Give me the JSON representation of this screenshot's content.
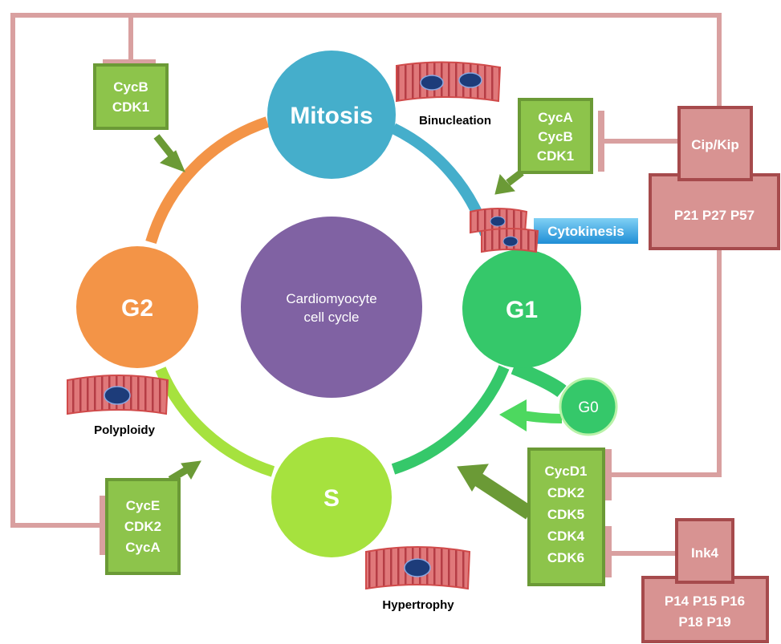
{
  "center": {
    "line1": "Cardiomyocyte",
    "line2": "cell cycle"
  },
  "phases": {
    "mitosis": "Mitosis",
    "g1": "G1",
    "g2": "G2",
    "s": "S",
    "g0": "G0"
  },
  "cell_labels": {
    "binucleation": "Binucleation",
    "cytokinesis": "Cytokinesis",
    "polyploidy": "Polyploidy",
    "hypertrophy": "Hypertrophy"
  },
  "cyclin_boxes": {
    "cycb_cdk1": [
      "CycB",
      "CDK1"
    ],
    "cyca_cycb_cdk1": [
      "CycA",
      "CycB",
      "CDK1"
    ],
    "cyce_cdk2_cyca": [
      "CycE",
      "CDK2",
      "CycA"
    ],
    "cycd1_group": [
      "CycD1",
      "CDK2",
      "CDK5",
      "CDK4",
      "CDK6"
    ]
  },
  "inhibitors": {
    "cipkip": {
      "title": "Cip/Kip",
      "members": [
        "P21 P27 P57"
      ]
    },
    "ink4": {
      "title": "Ink4",
      "members": [
        "P14 P15 P16",
        "P18 P19"
      ]
    }
  },
  "colors": {
    "mitosis": "#45aecb",
    "g1": "#35c86a",
    "g2": "#f39447",
    "s": "#a6e23e",
    "center": "#8062a3",
    "cyclin_fill": "#8dc44b",
    "cyclin_border": "#6b9a36",
    "inhibitor_fill": "#d89392",
    "inhibitor_border": "#a64a4c",
    "line": "#d9a0a0",
    "cytokinesis_bar": "#1f8ed6"
  }
}
